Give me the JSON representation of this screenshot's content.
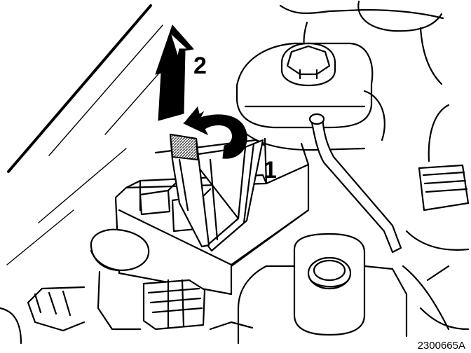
{
  "callouts": {
    "step1": "1",
    "step2": "2"
  },
  "reference_code": "2300665A",
  "colors": {
    "line": "#000000",
    "background": "#ffffff",
    "tab_hatch": "#555555"
  }
}
